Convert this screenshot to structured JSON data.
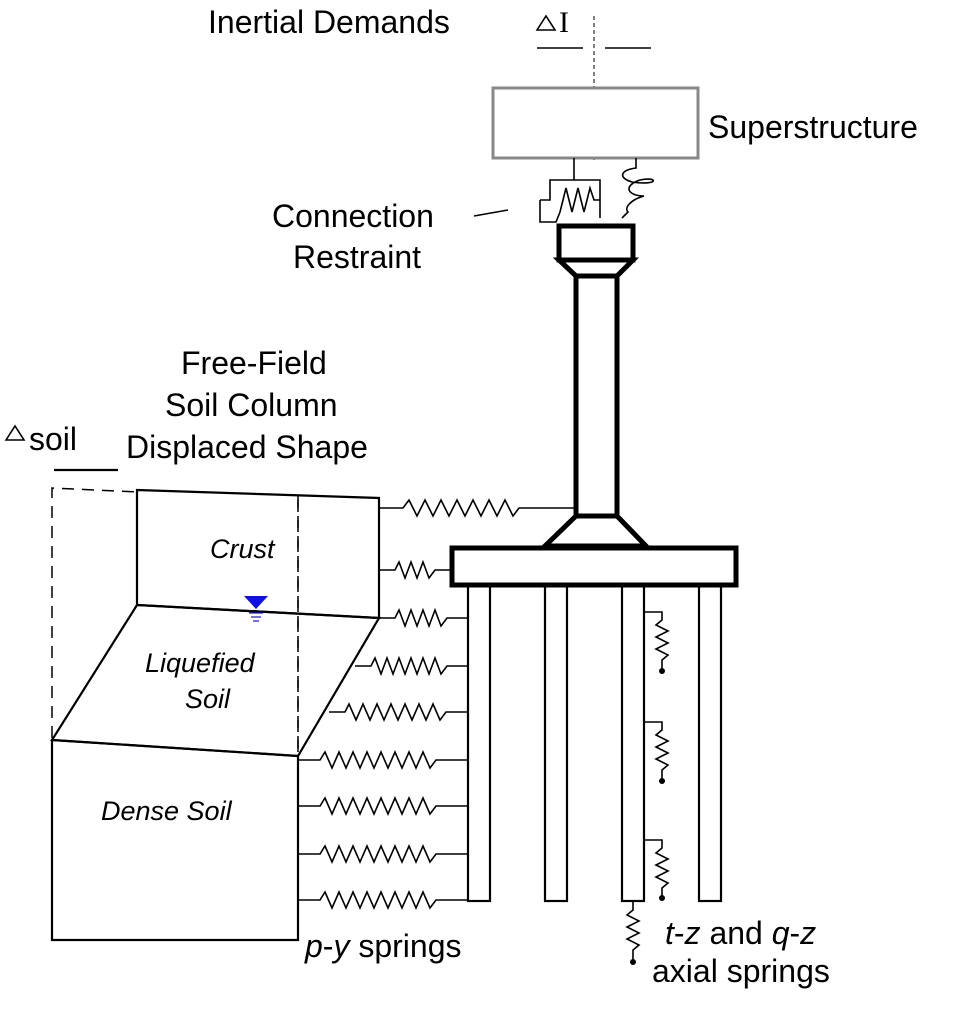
{
  "labels": {
    "inertial_demands": "Inertial Demands",
    "delta_i": "I",
    "superstructure": "Superstructure",
    "connection_line1": "Connection",
    "connection_line2": "Restraint",
    "freefield_line1": "Free-Field",
    "freefield_line2": "Soil Column",
    "freefield_line3": "Displaced Shape",
    "delta_soil": "soil",
    "crust": "Crust",
    "liquefied_line1": "Liquefied",
    "liquefied_line2": "Soil",
    "dense_soil": "Dense Soil",
    "py_p": "p",
    "py_dash": "-",
    "py_y": "y",
    "py_rest": " springs",
    "tz_t": "t",
    "tz_dash1": "-",
    "tz_z1": "z",
    "tz_and": " and ",
    "tz_q": "q",
    "tz_dash2": "-",
    "tz_z2": "z",
    "axial_springs": "axial springs"
  },
  "colors": {
    "water_table": "#1010e0",
    "superstructure_box": "#888888"
  },
  "icons": {
    "delta": "triangle-delta-symbol",
    "water_table": "water-table-triangle-icon"
  }
}
